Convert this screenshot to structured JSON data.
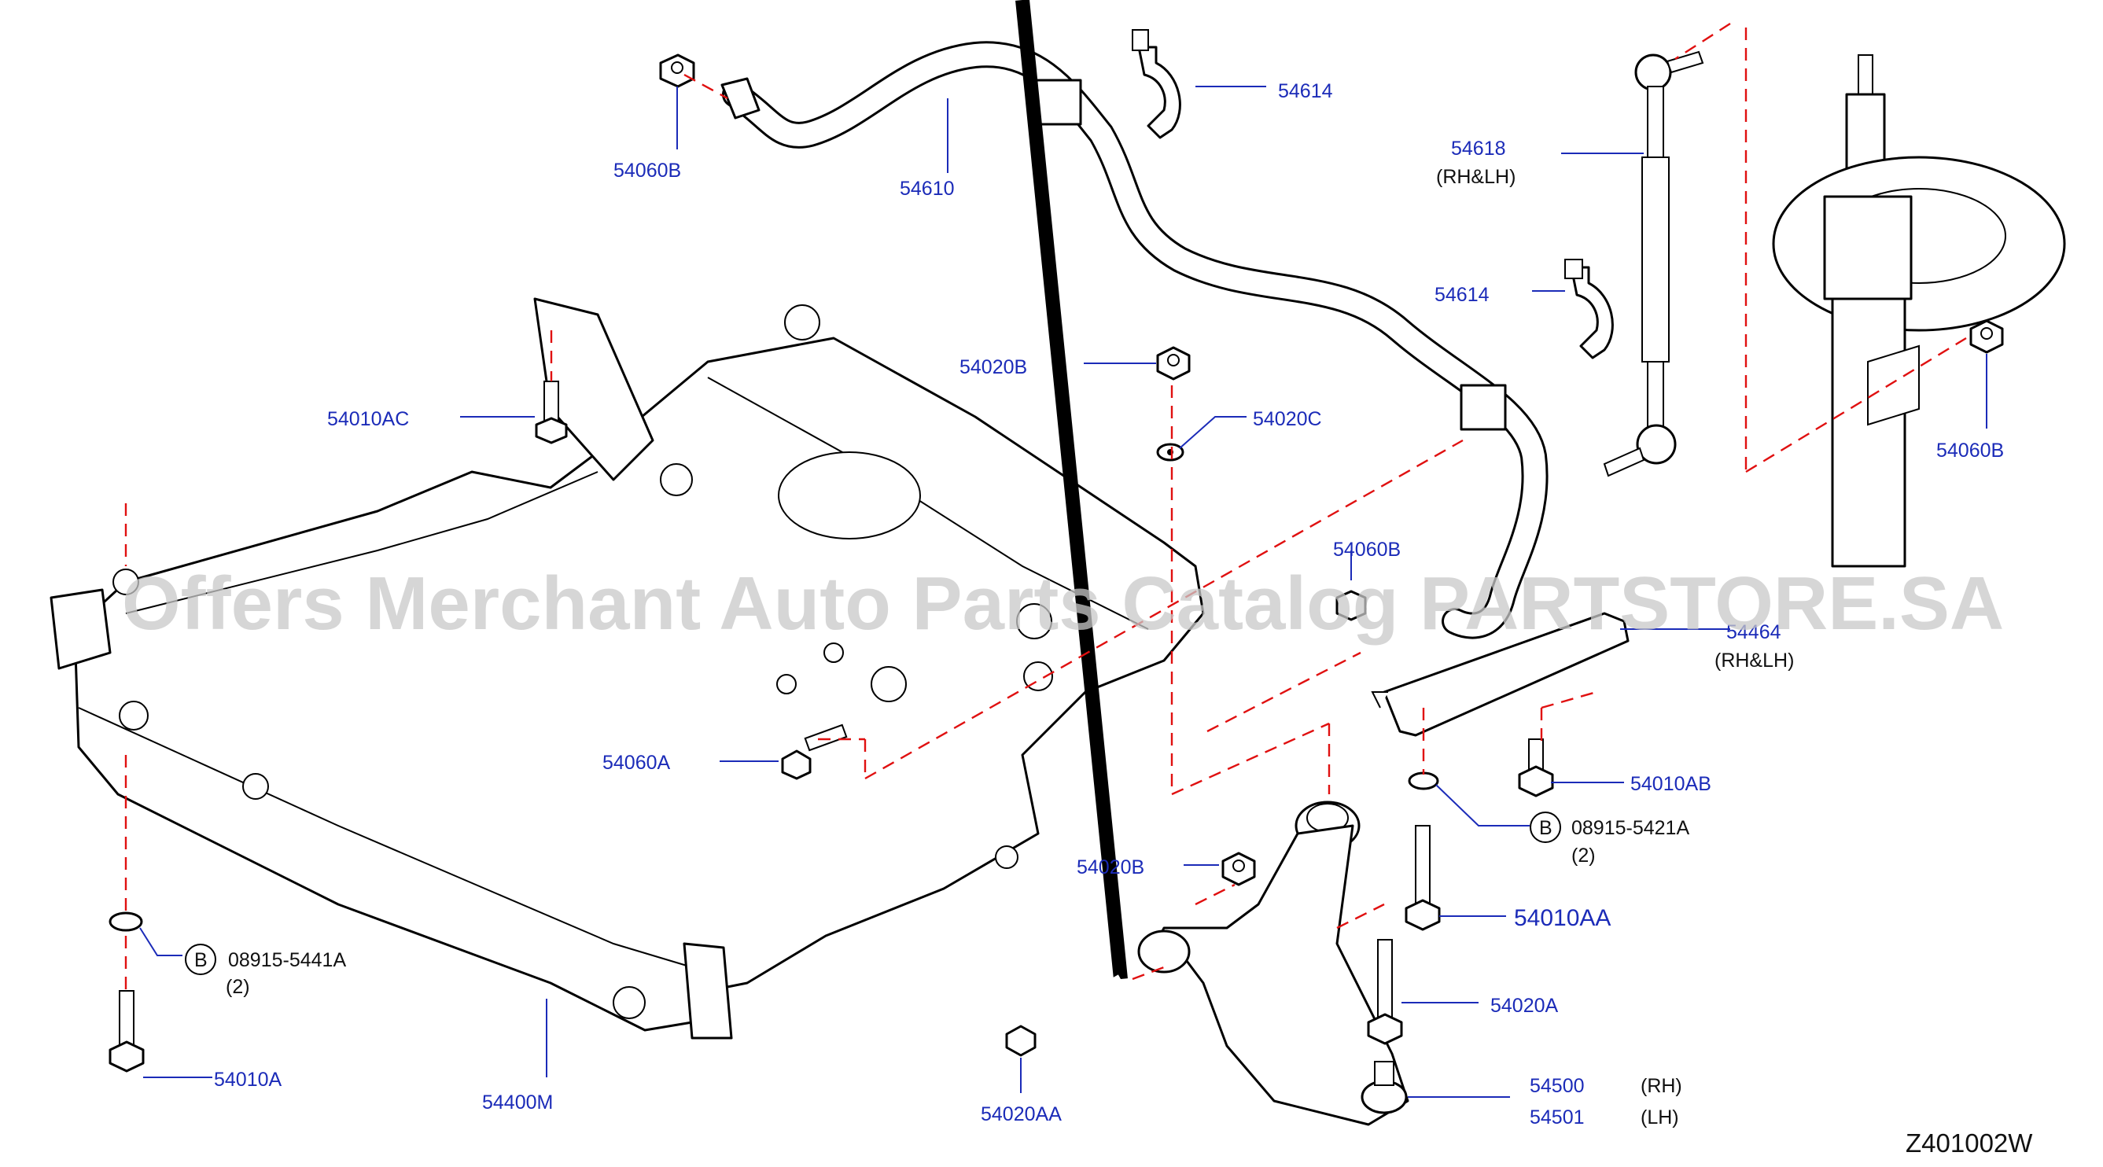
{
  "diagram": {
    "reference_code": "Z401002W",
    "watermark": "Offers Merchant Auto Parts Catalog PARTSTORE.SA",
    "callouts": {
      "p54060B_top": "54060B",
      "p54610": "54610",
      "p54614_top": "54614",
      "p54618": "54618",
      "p54618_side": "(RH&LH)",
      "p54614_mid": "54614",
      "p54020B_top": "54020B",
      "p54020C": "54020C",
      "p54060B_right": "54060B",
      "p54010AC": "54010AC",
      "p54060B_mid": "54060B",
      "p54464": "54464",
      "p54464_side": "(RH&LH)",
      "p54010AB": "54010AB",
      "p54060A": "54060A",
      "p08915_5421A_letter": "B",
      "p08915_5421A": "08915-5421A",
      "p08915_5421A_qty": "(2)",
      "p54020B_low": "54020B",
      "p54010AA": "54010AA",
      "p08915_5441A_letter": "B",
      "p08915_5441A": "08915-5441A",
      "p08915_5441A_qty": "(2)",
      "p54020A": "54020A",
      "p54010A": "54010A",
      "p54400M": "54400M",
      "p54020AA": "54020AA",
      "p54500": "54500",
      "p54500_side": "(RH)",
      "p54501": "54501",
      "p54501_side": "(LH)"
    }
  }
}
